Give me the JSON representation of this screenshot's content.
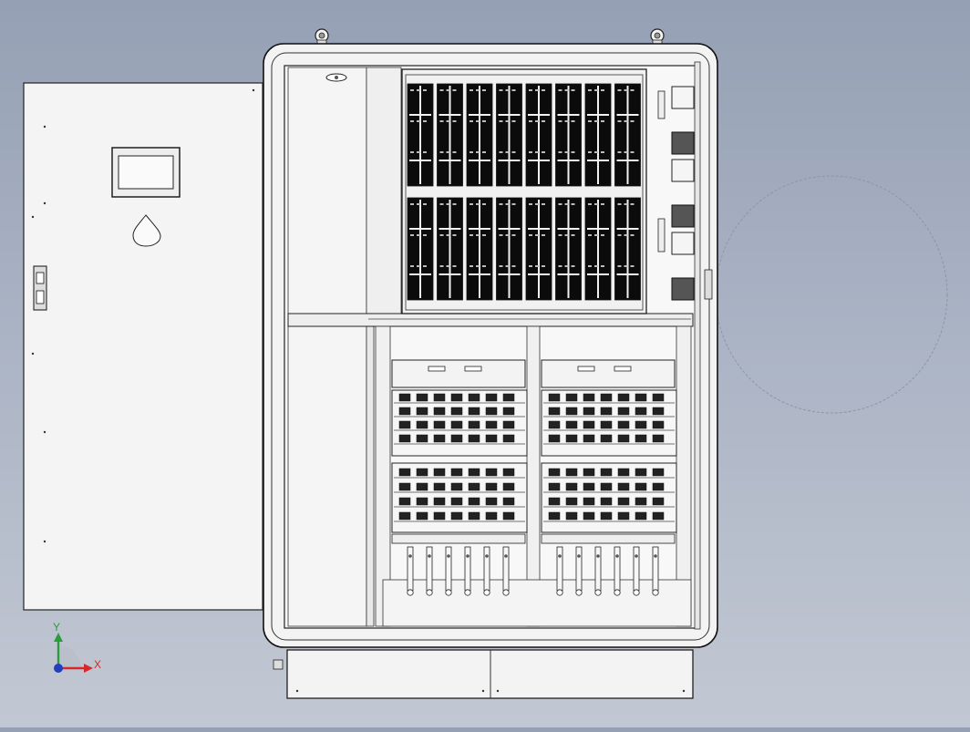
{
  "view": {
    "background_top": "#95a0b4",
    "background_bottom": "#c2c8d3"
  },
  "triad": {
    "x_label": "X",
    "y_label": "Y",
    "x_color": "#d62828",
    "y_color": "#2a9d3a",
    "z_color": "#1f3fbf"
  },
  "model": {
    "icons": [
      "door-panel",
      "hmi-screen",
      "door-latch",
      "lifting-eye",
      "circuit-module",
      "terminal-block",
      "busbar",
      "plinth"
    ],
    "module_rows": 2,
    "modules_per_row": 8,
    "breaker_banks": 2
  }
}
